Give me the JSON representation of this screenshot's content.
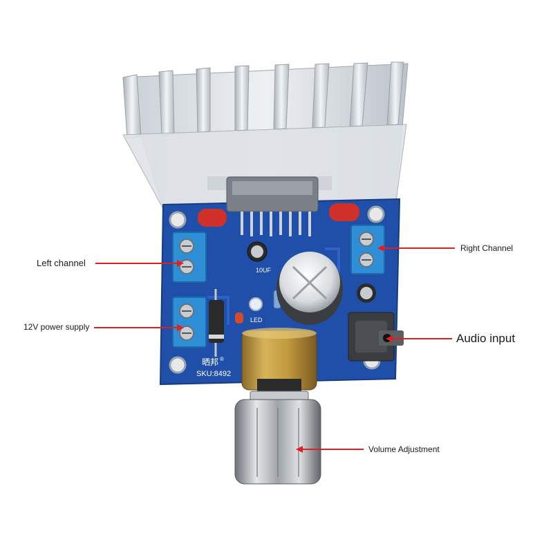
{
  "annotations": {
    "left_channel": "Left channel",
    "power_supply": "12V power supply",
    "right_channel": "Right Channel",
    "audio_input": "Audio input",
    "volume": "Volume Adjustment"
  },
  "board": {
    "brand_mark": "晒邦",
    "registered": "®",
    "sku": "SKU:8492",
    "led_label": "LED",
    "cap_label": "10UF"
  },
  "colors": {
    "pcb": "#1f4fa8",
    "terminal": "#2f8fd6",
    "arrow": "#e02020",
    "heatsink": "#d8dde2",
    "knob": "#b9bcc0"
  }
}
